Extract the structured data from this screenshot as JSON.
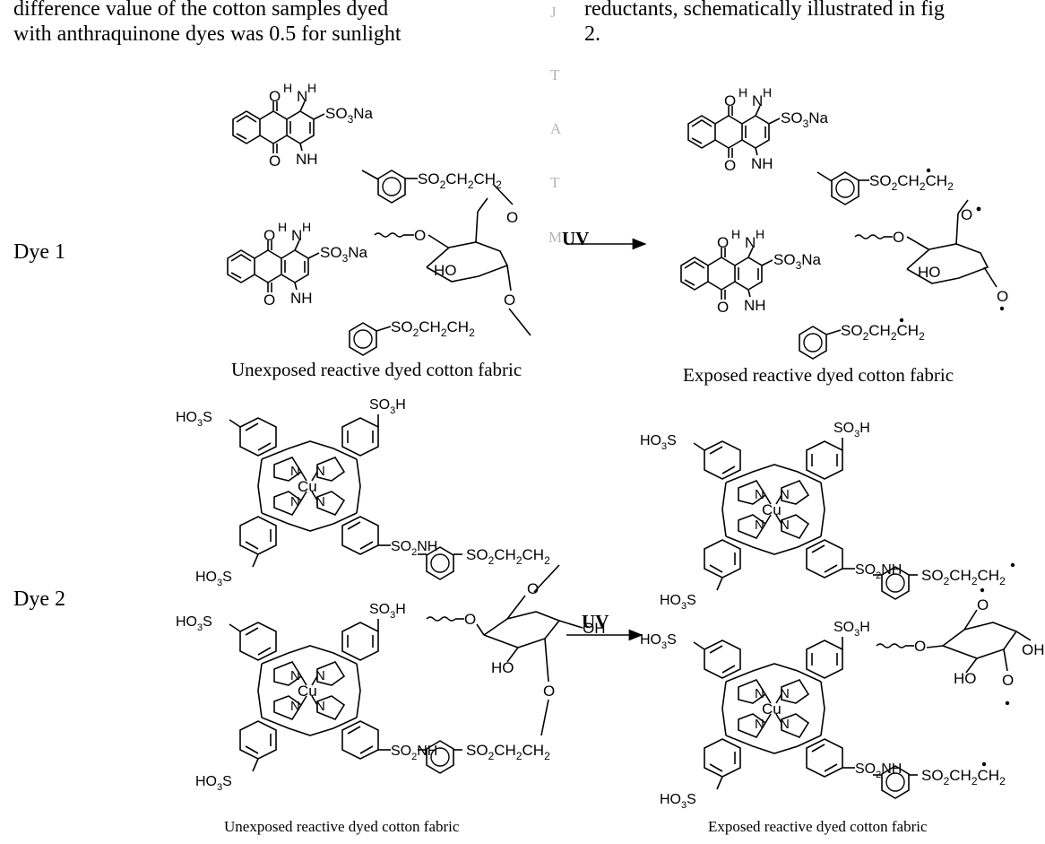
{
  "text": {
    "col1_line1": "difference value of the cotton samples dyed",
    "col1_line2": "with anthraquinone dyes was 0.5 for sunlight",
    "col2_line1": "reductants, schematically illustrated in fig",
    "col2_line2": "2."
  },
  "watermark": [
    "J",
    "T",
    "A",
    "T",
    "M"
  ],
  "figure": {
    "dye1_label": "Dye 1",
    "dye2_label": "Dye 2",
    "uv_label": "UV",
    "caption_unexposed": "Unexposed reactive dyed cotton fabric",
    "caption_exposed": "Exposed reactive dyed cotton fabric",
    "chem": {
      "O": "O",
      "N": "N",
      "H": "H",
      "NH": "NH",
      "HO": "HO",
      "OH": "OH",
      "Cu": "Cu",
      "SO3Na_a": "SO",
      "SO3Na_b": "3",
      "SO3Na_c": "Na",
      "SO3H_a": "SO",
      "SO3H_b": "3",
      "SO3H_c": "H",
      "HO3S_a": "HO",
      "HO3S_b": "3",
      "HO3S_c": "S",
      "SO2NH_a": "SO",
      "SO2NH_b": "2",
      "SO2NH_c": "NH",
      "chain_a": "SO",
      "chain_b": "2",
      "chain_c": "CH",
      "chain_d": "2",
      "chain_e": "CH",
      "chain_f": "2"
    }
  }
}
